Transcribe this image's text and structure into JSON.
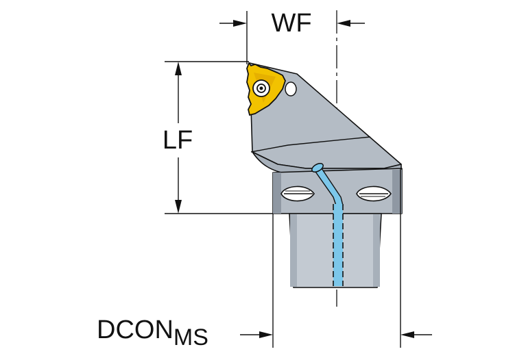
{
  "dimensions": {
    "wf": "WF",
    "lf": "LF",
    "dcon_main": "DCON",
    "dcon_sub": "MS"
  },
  "colors": {
    "body": "#b4bcc5",
    "body_dark": "#9ea7b1",
    "shank": "#c3cad2",
    "insert_gold": "#f2c200",
    "coolant": "#7cc7ea",
    "line": "#111111"
  }
}
